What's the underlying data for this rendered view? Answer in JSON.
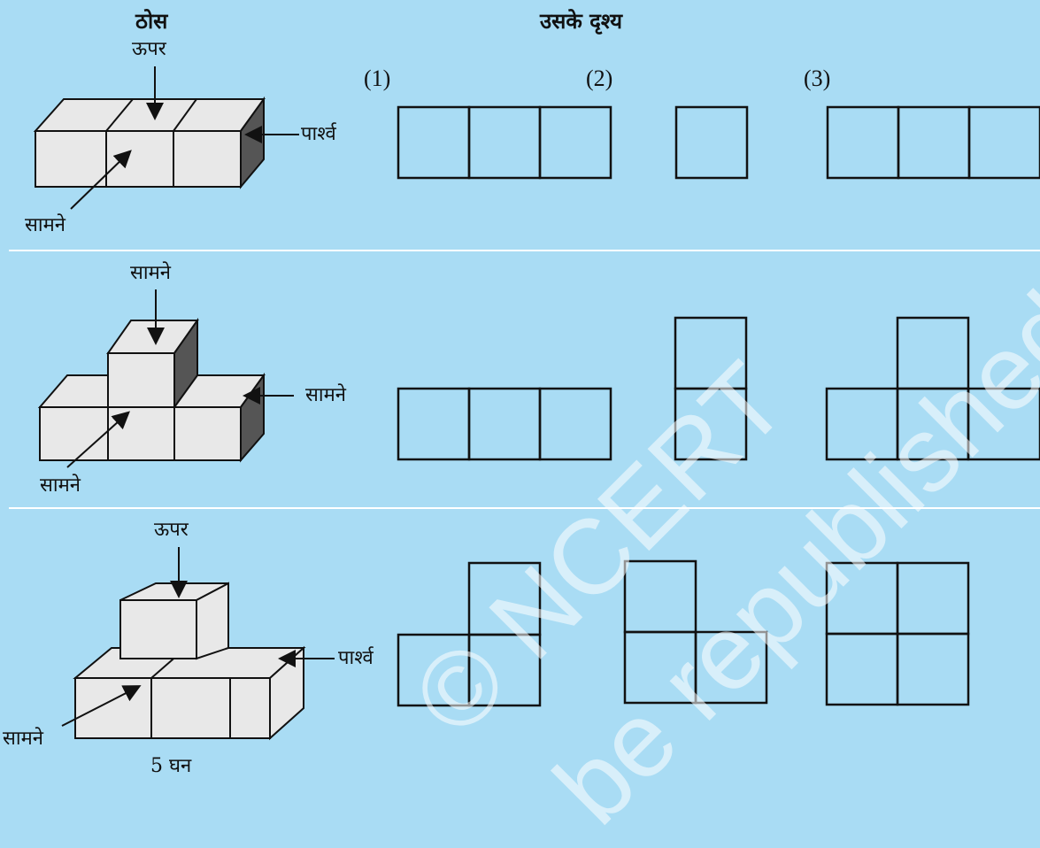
{
  "header": {
    "solid": "ठोस",
    "views": "उसके दृश्य"
  },
  "view_numbers": [
    "(1)",
    "(2)",
    "(3)"
  ],
  "rows": [
    {
      "labels": {
        "top": "ऊपर",
        "side": "पार्श्व",
        "front": "सामने"
      }
    },
    {
      "labels": {
        "top": "सामने",
        "side": "सामने",
        "front": "सामने"
      }
    },
    {
      "labels": {
        "top": "ऊपर",
        "side": "पार्श्व",
        "front": "सामने",
        "caption": "5 घन"
      }
    }
  ],
  "watermark": {
    "line1": "© NCERT",
    "line2": "be republished"
  },
  "colors": {
    "background": "#a9dcf4",
    "cube_face": "#e8e8e8",
    "cube_side": "#555555",
    "divider": "#ffffff"
  }
}
